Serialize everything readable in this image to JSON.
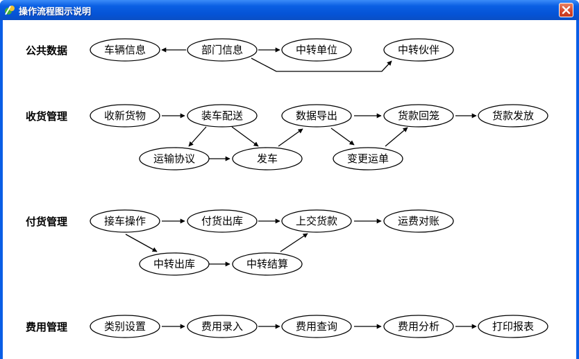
{
  "window": {
    "title": "操作流程图示说明"
  },
  "rows": {
    "public_data": "公共数据",
    "receiving": "收货管理",
    "delivery": "付货管理",
    "expense": "费用管理"
  },
  "nodes": {
    "vehicle_info": "车辆信息",
    "department_info": "部门信息",
    "transfer_unit": "中转单位",
    "transfer_partner": "中转伙伴",
    "receive_goods": "收新货物",
    "loading_dispatch": "装车配送",
    "data_export": "数据导出",
    "payment_return": "货款回笼",
    "payment_release": "货款发放",
    "transport_agreement": "运输协议",
    "depart": "发车",
    "change_waybill": "变更运单",
    "receive_vehicle": "接车操作",
    "delivery_out": "付货出库",
    "submit_payment": "上交货款",
    "freight_reconcile": "运费对账",
    "transfer_out": "中转出库",
    "transfer_settle": "中转结算",
    "category_setup": "类别设置",
    "expense_entry": "费用录入",
    "expense_query": "费用查询",
    "expense_analysis": "费用分析",
    "print_report": "打印报表"
  }
}
